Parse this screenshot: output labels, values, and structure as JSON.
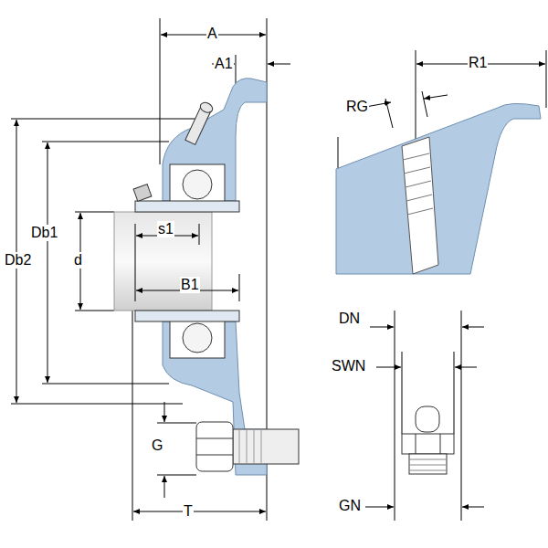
{
  "diagram": {
    "labels": [
      "A",
      "A1",
      "R1",
      "RG",
      "Db1",
      "Db2",
      "d",
      "s1",
      "B1",
      "G",
      "T",
      "DN",
      "SWN",
      "GN"
    ]
  }
}
